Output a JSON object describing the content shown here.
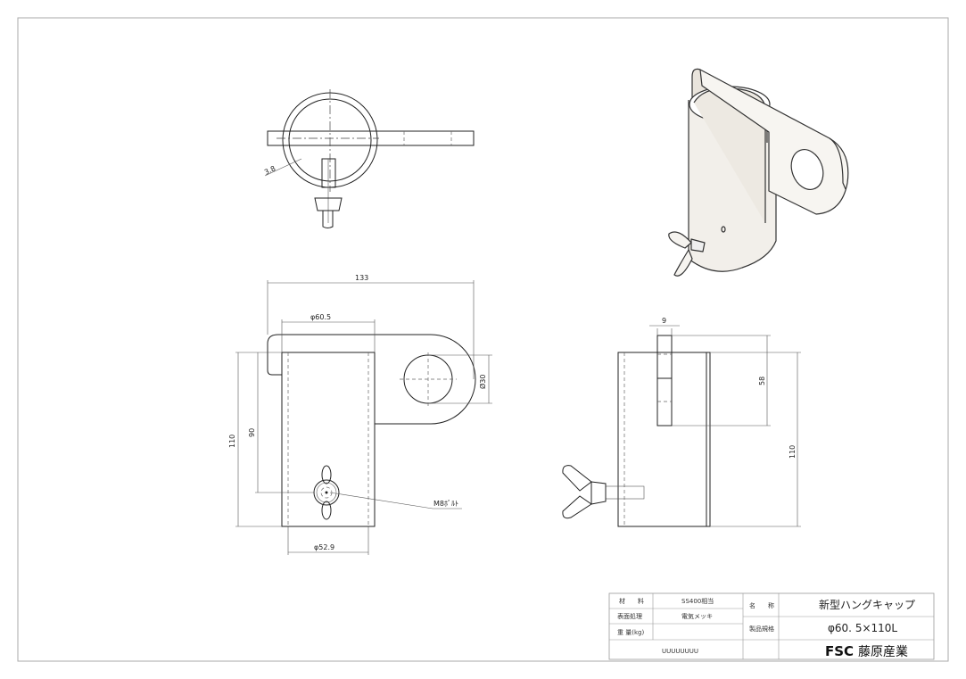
{
  "dimensions": {
    "wall": "3.8",
    "overall_width": "133",
    "outer_diameter": "φ60.5",
    "hole_diameter": "Ø30",
    "height": "110",
    "bolt_height": "90",
    "bolt_label": "M8ﾎﾞﾙﾄ",
    "inner_diameter": "φ52.9",
    "plate_thickness": "9",
    "plate_height": "58",
    "side_height": "110"
  },
  "title_block": {
    "material_label": "材　　料",
    "material_value": "SS400相当",
    "surface_label": "表面処理",
    "surface_value": "電気メッキ",
    "weight_label": "重 量(kg)",
    "weight_value": "",
    "scale_marks": "UUUUUUUU",
    "name_label": "名　　称",
    "name_value": "新型ハングキャップ",
    "spec_label": "製品規格",
    "spec_value": "φ60. 5×110L",
    "company_logo": "FSC",
    "company_name": "藤原産業"
  }
}
